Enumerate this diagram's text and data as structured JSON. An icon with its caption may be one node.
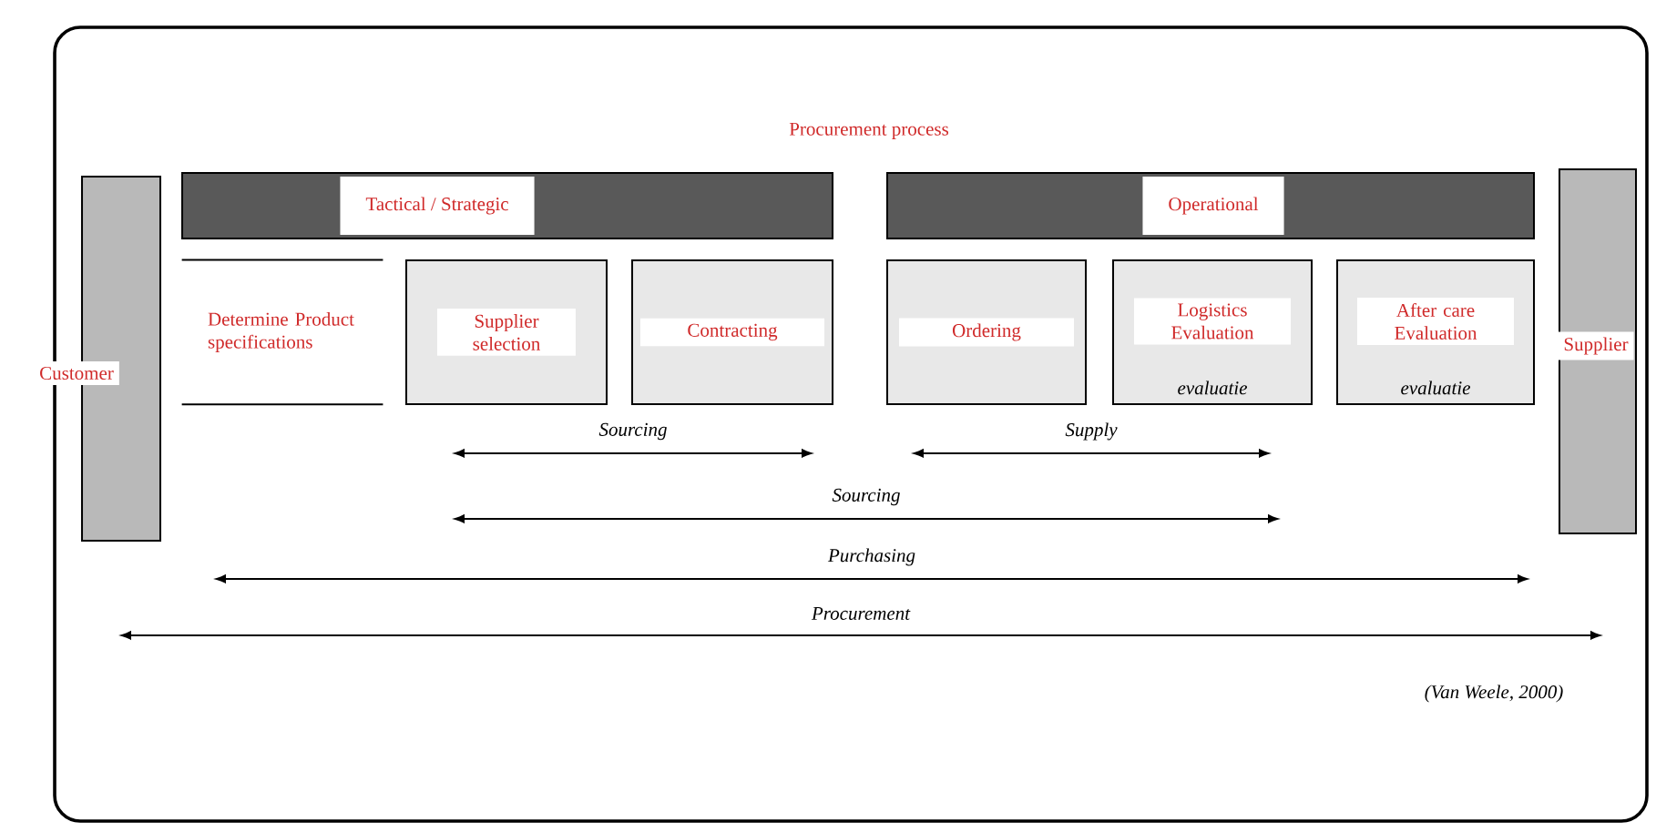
{
  "diagram": {
    "title": "Procurement process",
    "caption": "(Van Weele, 2000)",
    "nodes": [
      {
        "text": [
          "Customer"
        ]
      },
      {
        "text": [
          "Tactical / Strategic"
        ]
      },
      {
        "text": [
          "Operational"
        ]
      },
      {
        "text": [
          "Determine Product specifications"
        ]
      },
      {
        "text": [
          "Supplier selection"
        ]
      },
      {
        "text": [
          "Contracting"
        ]
      },
      {
        "text": [
          "Ordering"
        ]
      },
      {
        "text": [
          "Logistics Evaluation",
          "evaluatie"
        ]
      },
      {
        "text": [
          "After care Evaluation",
          "evaluatie"
        ]
      },
      {
        "text": [
          "Supplier"
        ]
      }
    ],
    "edges": [],
    "labels": [
      "Sourcing",
      "Supply",
      "Sourcing",
      "Purchasing",
      "Procurement"
    ]
  }
}
